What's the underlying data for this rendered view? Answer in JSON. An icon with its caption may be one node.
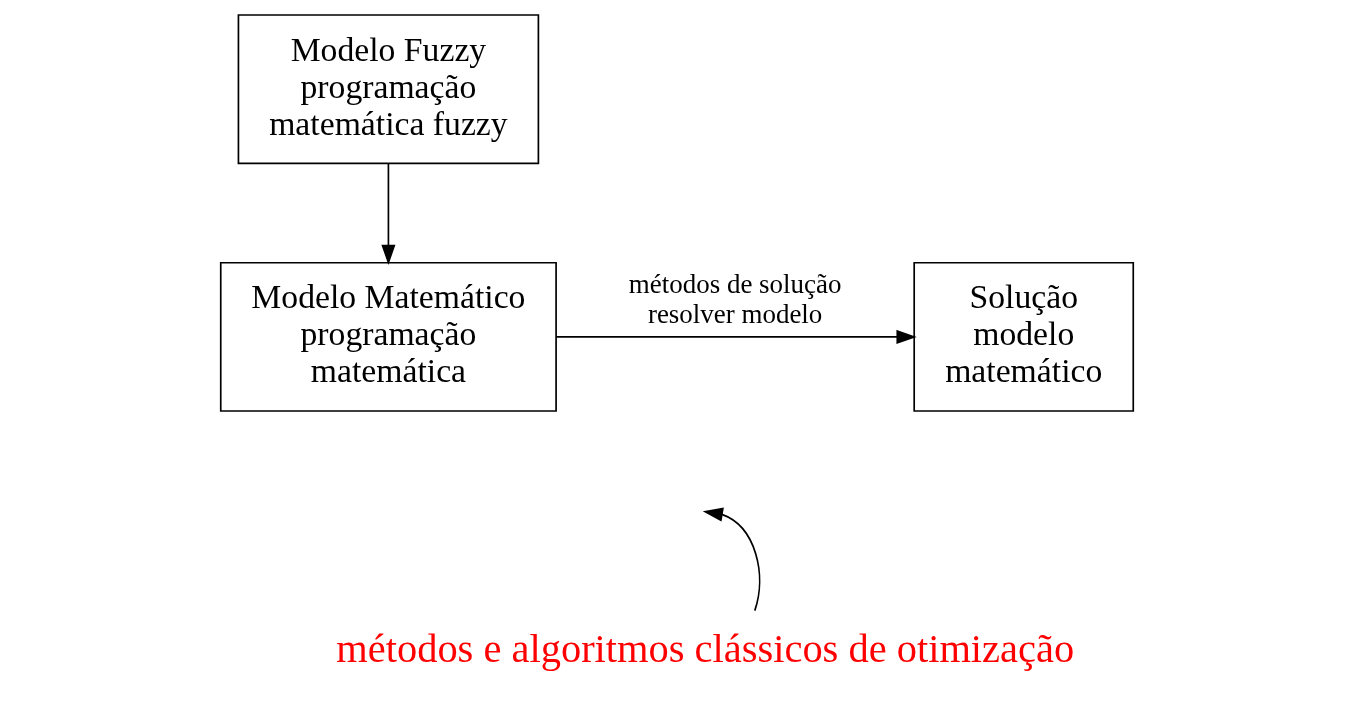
{
  "diagram": {
    "nodes": [
      {
        "text": [
          "Modelo Fuzzy programação matemática fuzzy"
        ]
      },
      {
        "text": [
          "Modelo Matemático programação matemática"
        ]
      },
      {
        "text": [
          "Solução modelo matemático"
        ]
      },
      {
        "text": [
          "métodos e algoritmos clássicos de otimização"
        ]
      }
    ],
    "edges": [
      {
        "from": 0,
        "to": 1,
        "arrow": "to"
      },
      {
        "from": 1,
        "to": 2,
        "arrow": "to",
        "label": "métodos de solução resolver modelo"
      },
      {
        "from": 3,
        "to": null,
        "arrow": "to"
      }
    ]
  }
}
